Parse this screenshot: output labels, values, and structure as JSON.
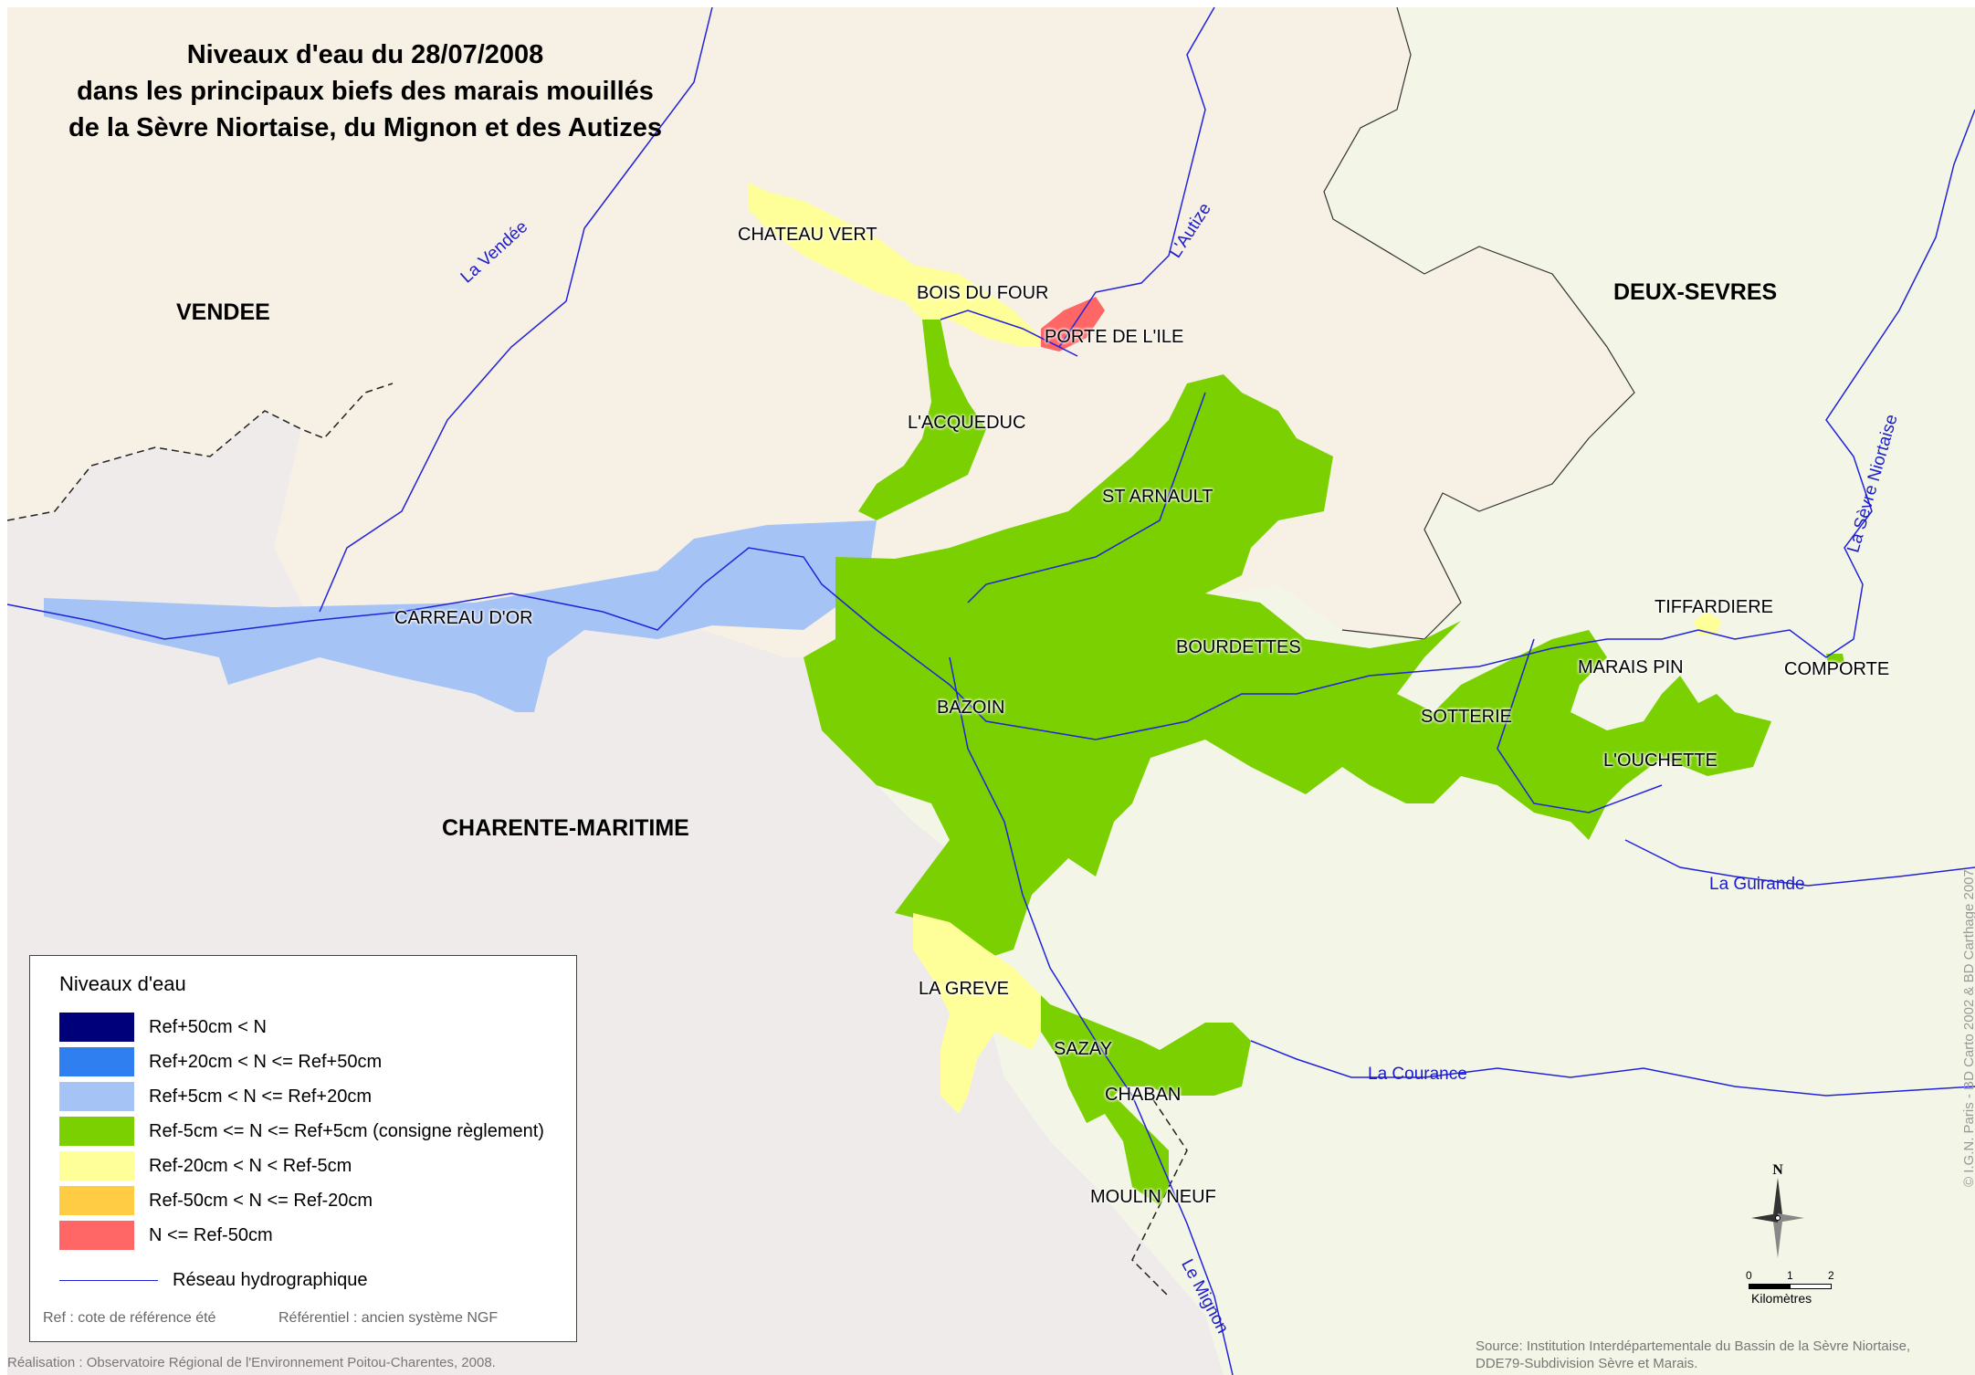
{
  "title": {
    "line1": "Niveaux d'eau du 28/07/2008",
    "line2": "dans les principaux biefs des marais mouillés",
    "line3": "de la Sèvre Niortaise, du Mignon et des Autizes"
  },
  "departments": {
    "vendee": "VENDEE",
    "deux_sevres": "DEUX-SEVRES",
    "charente_maritime": "CHARENTE-MARITIME"
  },
  "places": {
    "chateau_vert": "CHATEAU VERT",
    "bois_du_four": "BOIS DU FOUR",
    "porte_de_lile": "PORTE DE L'ILE",
    "lacqueduc": "L'ACQUEDUC",
    "st_arnault": "ST ARNAULT",
    "carreau_dor": "CARREAU D'OR",
    "bourdettes": "BOURDETTES",
    "bazoin": "BAZOIN",
    "sotterie": "SOTTERIE",
    "tiffardiere": "TIFFARDIERE",
    "marais_pin": "MARAIS PIN",
    "comporte": "COMPORTE",
    "louchette": "L'OUCHETTE",
    "la_greve": "LA GREVE",
    "sazay": "SAZAY",
    "chaban": "CHABAN",
    "moulin_neuf": "MOULIN NEUF"
  },
  "rivers": {
    "la_vendee": "La Vendée",
    "lautize": "L'Autize",
    "la_sevre_niortaise": "La Sèvre Niortaise",
    "la_guirande": "La Guirande",
    "la_courance": "La Courance",
    "le_mignon": "Le Mignon"
  },
  "legend": {
    "title": "Niveaux d'eau",
    "items": [
      {
        "label": "Ref+50cm < N",
        "color": "#00007a"
      },
      {
        "label": "Ref+20cm < N <= Ref+50cm",
        "color": "#2f7ff0"
      },
      {
        "label": "Ref+5cm < N <= Ref+20cm",
        "color": "#a6c3f5"
      },
      {
        "label": "Ref-5cm <= N <= Ref+5cm (consigne règlement)",
        "color": "#7ad000"
      },
      {
        "label": "Ref-20cm < N < Ref-5cm",
        "color": "#ffff99"
      },
      {
        "label": "Ref-50cm < N <= Ref-20cm",
        "color": "#ffcc44"
      },
      {
        "label": "N <= Ref-50cm",
        "color": "#ff6666"
      }
    ],
    "network_label": "Réseau hydrographique",
    "ref_note": "Ref : cote de référence été",
    "referentiel_note": "Référentiel : ancien système NGF"
  },
  "colors": {
    "vendee_land": "#f7f0e4",
    "charente_land": "#f0ebeb",
    "deux_sevres_land": "#f3f6e6",
    "river": "#2222dd"
  },
  "north_label": "N",
  "scale": {
    "ticks": [
      "0",
      "1",
      "2"
    ],
    "unit": "Kilomètres"
  },
  "credits": {
    "realisation": "Réalisation : Observatoire Régional de l'Environnement Poitou-Charentes, 2008.",
    "source_line1": "Source: Institution Interdépartementale du Bassin de la Sèvre Niortaise,",
    "source_line2": "DDE79-Subdivision Sèvre et Marais.",
    "copyright": "© I.G.N. Paris - BD Carto 2002 & BD Carthage 2007"
  }
}
